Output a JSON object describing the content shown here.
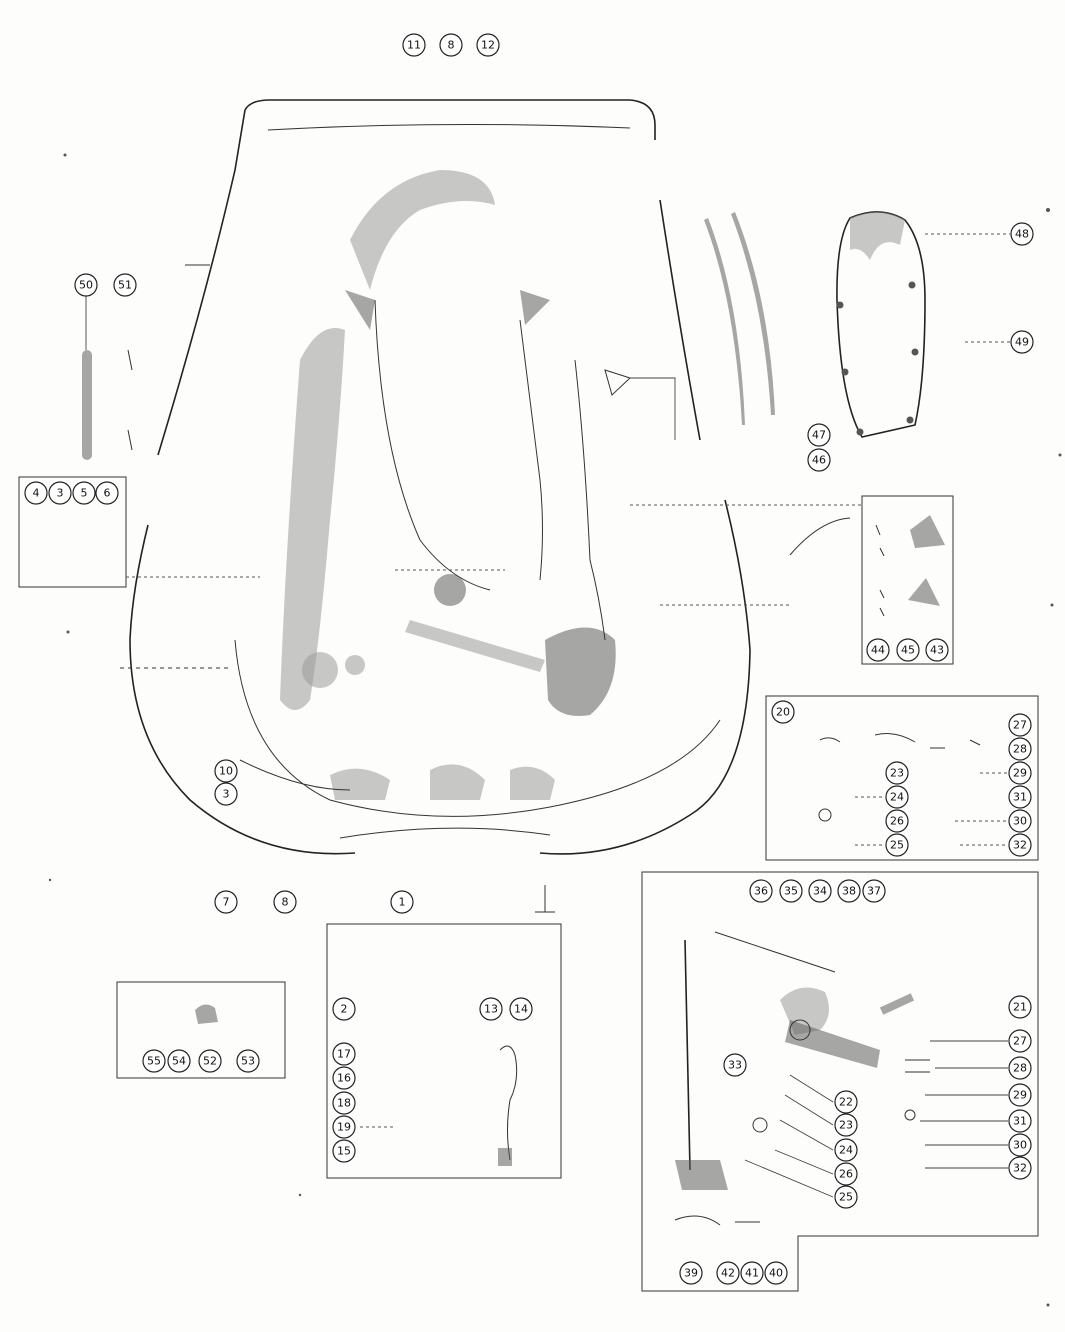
{
  "diagram": {
    "callouts": [
      {
        "id": "c-11",
        "label": "11"
      },
      {
        "id": "c-8",
        "label": "8"
      },
      {
        "id": "c-12",
        "label": "12"
      },
      {
        "id": "c-50",
        "label": "50"
      },
      {
        "id": "c-51",
        "label": "51"
      },
      {
        "id": "c-4",
        "label": "4"
      },
      {
        "id": "c-3",
        "label": "3"
      },
      {
        "id": "c-5",
        "label": "5"
      },
      {
        "id": "c-6",
        "label": "6"
      },
      {
        "id": "c-48",
        "label": "48"
      },
      {
        "id": "c-49",
        "label": "49"
      },
      {
        "id": "c-47",
        "label": "47"
      },
      {
        "id": "c-46",
        "label": "46"
      },
      {
        "id": "c-44",
        "label": "44"
      },
      {
        "id": "c-45",
        "label": "45"
      },
      {
        "id": "c-43",
        "label": "43"
      },
      {
        "id": "c-20",
        "label": "20"
      },
      {
        "id": "c-27a",
        "label": "27"
      },
      {
        "id": "c-28a",
        "label": "28"
      },
      {
        "id": "c-29a",
        "label": "29"
      },
      {
        "id": "c-31a",
        "label": "31"
      },
      {
        "id": "c-30a",
        "label": "30"
      },
      {
        "id": "c-32a",
        "label": "32"
      },
      {
        "id": "c-23a",
        "label": "23"
      },
      {
        "id": "c-24a",
        "label": "24"
      },
      {
        "id": "c-26a",
        "label": "26"
      },
      {
        "id": "c-25a",
        "label": "25"
      },
      {
        "id": "c-10",
        "label": "10"
      },
      {
        "id": "c-3b",
        "label": "3"
      },
      {
        "id": "c-7",
        "label": "7"
      },
      {
        "id": "c-8b",
        "label": "8"
      },
      {
        "id": "c-1",
        "label": "1"
      },
      {
        "id": "c-36",
        "label": "36"
      },
      {
        "id": "c-35",
        "label": "35"
      },
      {
        "id": "c-34",
        "label": "34"
      },
      {
        "id": "c-38",
        "label": "38"
      },
      {
        "id": "c-37",
        "label": "37"
      },
      {
        "id": "c-2",
        "label": "2"
      },
      {
        "id": "c-13",
        "label": "13"
      },
      {
        "id": "c-14",
        "label": "14"
      },
      {
        "id": "c-17",
        "label": "17"
      },
      {
        "id": "c-16",
        "label": "16"
      },
      {
        "id": "c-18",
        "label": "18"
      },
      {
        "id": "c-19",
        "label": "19"
      },
      {
        "id": "c-15",
        "label": "15"
      },
      {
        "id": "c-55",
        "label": "55"
      },
      {
        "id": "c-54",
        "label": "54"
      },
      {
        "id": "c-52",
        "label": "52"
      },
      {
        "id": "c-53",
        "label": "53"
      },
      {
        "id": "c-21",
        "label": "21"
      },
      {
        "id": "c-27b",
        "label": "27"
      },
      {
        "id": "c-28b",
        "label": "28"
      },
      {
        "id": "c-29b",
        "label": "29"
      },
      {
        "id": "c-31b",
        "label": "31"
      },
      {
        "id": "c-30b",
        "label": "30"
      },
      {
        "id": "c-32b",
        "label": "32"
      },
      {
        "id": "c-33",
        "label": "33"
      },
      {
        "id": "c-22",
        "label": "22"
      },
      {
        "id": "c-23b",
        "label": "23"
      },
      {
        "id": "c-24b",
        "label": "24"
      },
      {
        "id": "c-26b",
        "label": "26"
      },
      {
        "id": "c-25b",
        "label": "25"
      },
      {
        "id": "c-39",
        "label": "39"
      },
      {
        "id": "c-42",
        "label": "42"
      },
      {
        "id": "c-41",
        "label": "41"
      },
      {
        "id": "c-40",
        "label": "40"
      }
    ]
  }
}
